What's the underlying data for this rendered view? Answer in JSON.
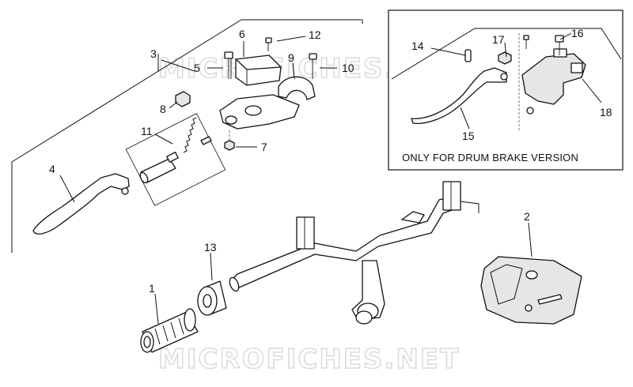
{
  "watermark": "MICROFICHES.NET",
  "inset": {
    "note": "ONLY FOR DRUM BRAKE VERSION"
  },
  "callouts": [
    {
      "id": "1",
      "label": "1"
    },
    {
      "id": "2",
      "label": "2"
    },
    {
      "id": "3",
      "label": "3"
    },
    {
      "id": "4",
      "label": "4"
    },
    {
      "id": "5",
      "label": "5"
    },
    {
      "id": "6",
      "label": "6"
    },
    {
      "id": "7",
      "label": "7"
    },
    {
      "id": "8",
      "label": "8"
    },
    {
      "id": "9",
      "label": "9"
    },
    {
      "id": "10",
      "label": "10"
    },
    {
      "id": "11",
      "label": "11"
    },
    {
      "id": "12",
      "label": "12"
    },
    {
      "id": "13",
      "label": "13"
    },
    {
      "id": "14",
      "label": "14"
    },
    {
      "id": "15",
      "label": "15"
    },
    {
      "id": "16",
      "label": "16"
    },
    {
      "id": "17",
      "label": "17"
    },
    {
      "id": "18",
      "label": "18"
    }
  ]
}
